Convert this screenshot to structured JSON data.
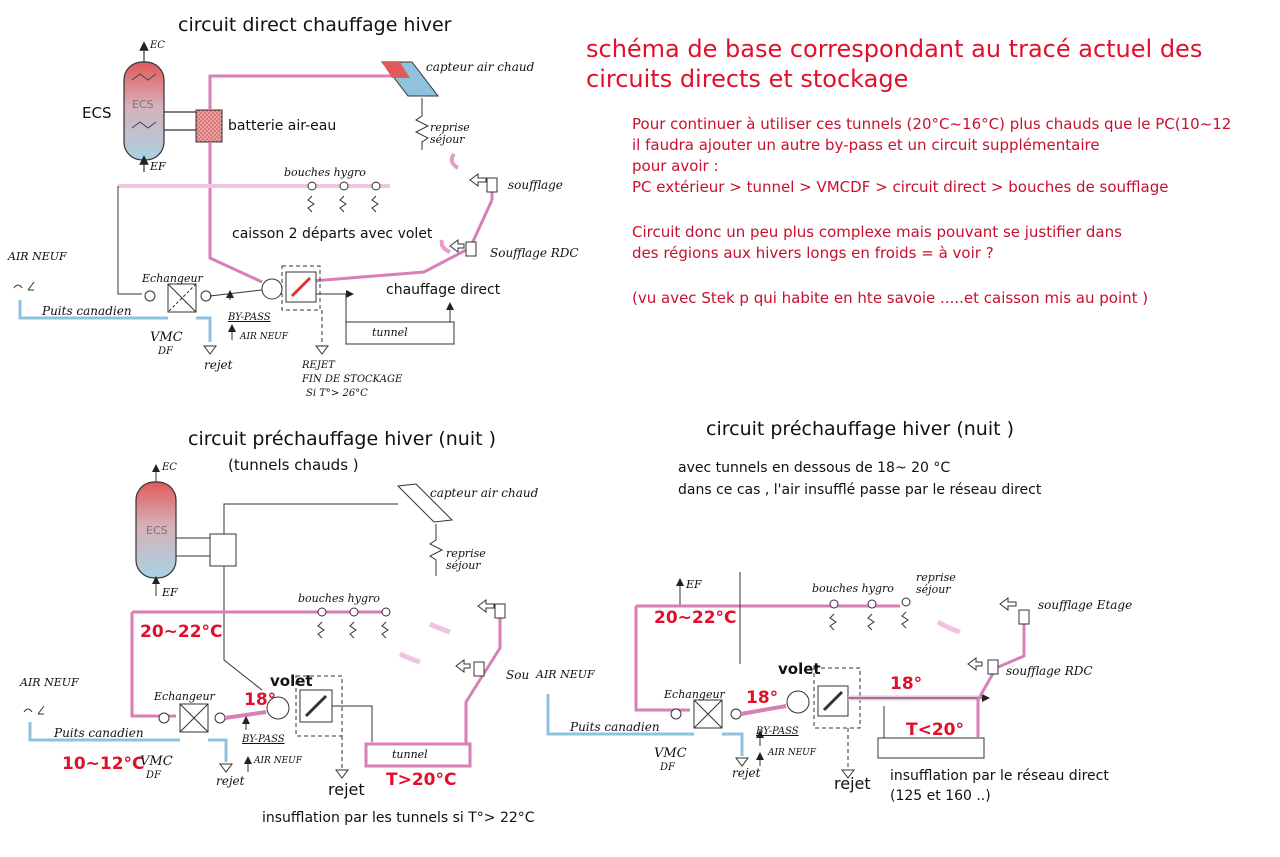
{
  "top_left": {
    "title": "circuit direct chauffage hiver",
    "labels": {
      "ec": "EC",
      "ecs_side": "ECS",
      "ecs_tank": "ECS",
      "ef": "EF",
      "battery": "batterie air-eau",
      "collector": "capteur air chaud",
      "reprise": "reprise séjour",
      "bouches": "bouches hygro",
      "soufflage": "soufflage",
      "soufflage_rdc": "Soufflage RDC",
      "caisson": "caisson 2 départs avec volet",
      "air_neuf": "AIR NEUF",
      "echangeur": "Echangeur",
      "puits": "Puits canadien",
      "vmc": "VMC",
      "df": "DF",
      "bypass": "BY-PASS",
      "air_neuf_small": "AIR NEUF",
      "rejet": "rejet",
      "chauffage_direct": "chauffage direct",
      "tunnel": "tunnel",
      "rejet_caps": "REJET",
      "fin_stockage": "FIN DE STOCKAGE",
      "si_t": "Si T°> 26°C"
    }
  },
  "top_right": {
    "title_line1": "schéma de base  correspondant au tracé actuel des",
    "title_line2": "circuits directs et stockage",
    "note_lines": [
      "Pour continuer à utiliser ces tunnels  (20°C~16°C) plus chauds que le PC(10~12",
      " il faudra ajouter un autre by-pass et un circuit supplémentaire",
      " pour avoir :",
      "PC extérieur > tunnel > VMCDF > circuit direct > bouches de soufflage"
    ],
    "note2_lines": [
      "Circuit donc un peu plus complexe  mais pouvant se justifier dans",
      "des régions  aux hivers longs en froids  = à voir ?"
    ],
    "note3": "(vu avec Stek p qui habite en hte savoie  .....et caisson mis au point )"
  },
  "bottom_left": {
    "title": "circuit préchauffage hiver (nuit )",
    "subtitle": "(tunnels chauds )",
    "labels": {
      "ec": "EC",
      "ecs_tank": "ECS",
      "ef": "EF",
      "collector": "capteur air chaud",
      "reprise": "reprise séjour",
      "bouches": "bouches hygro",
      "soufflage": "Sou",
      "temp_20_22": "20~22°C",
      "air_neuf": "AIR NEUF",
      "echangeur": "Echangeur",
      "puits": "Puits canadien",
      "temp_10_12": "10~12°C",
      "vmc": "VMC",
      "df": "DF",
      "volet": "volet",
      "temp_18": "18°",
      "bypass": "BY-PASS",
      "air_neuf_small": "AIR NEUF",
      "rejet": "rejet",
      "rejet2": "rejet",
      "tunnel": "tunnel",
      "temp_t20": "T>20°C",
      "footer": "insufflation par les tunnels si T°> 22°C"
    }
  },
  "bottom_right": {
    "title": "circuit préchauffage hiver (nuit )",
    "desc_line1": "avec tunnels en dessous de 18~ 20 °C",
    "desc_line2": "dans ce cas , l'air insufflé passe par le réseau direct",
    "labels": {
      "ef": "EF",
      "bouches": "bouches hygro",
      "reprise": "reprise séjour",
      "soufflage_etage": "soufflage Etage",
      "soufflage_rdc": "soufflage RDC",
      "temp_20_22": "20~22°C",
      "air_neuf": "AIR NEUF",
      "echangeur": "Echangeur",
      "puits": "Puits canadien",
      "vmc": "VMC",
      "df": "DF",
      "volet": "volet",
      "temp_18a": "18°",
      "temp_18b": "18°",
      "temp_t20": "T<20°",
      "bypass": "BY-PASS",
      "air_neuf_small": "AIR NEUF",
      "rejet": "rejet",
      "rejet2": "rejet",
      "footer_line1": "insufflation par le réseau direct",
      "footer_line2": "(125 et 160 ..)"
    }
  },
  "colors": {
    "pink_duct": "#d77fb6",
    "pink_light": "#efc4e2",
    "blue_duct": "#8fc3dd",
    "red_text": "#e0102b",
    "tank_red": "#e05a5a",
    "tank_blue": "#a8d2e2"
  }
}
